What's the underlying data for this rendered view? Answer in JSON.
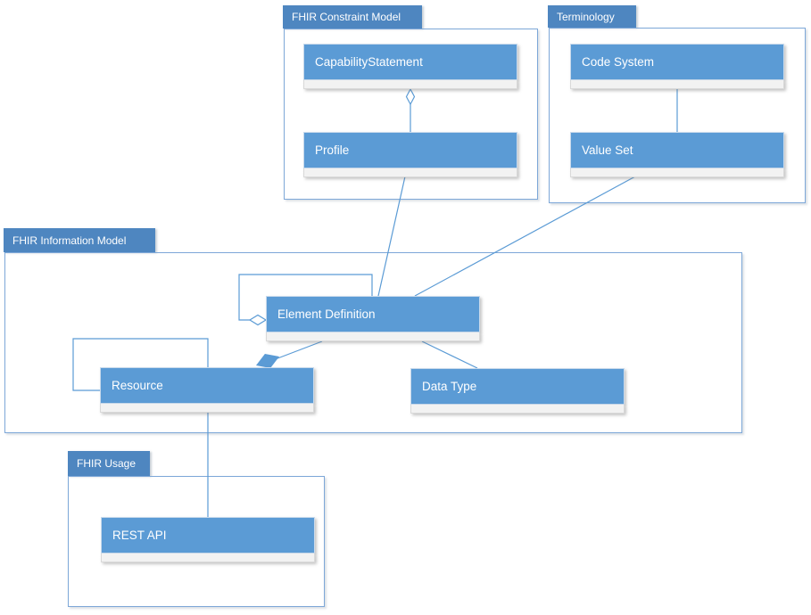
{
  "packages": {
    "constraint": {
      "label": "FHIR Constraint Model"
    },
    "terminology": {
      "label": "Terminology"
    },
    "information": {
      "label": "FHIR Information Model"
    },
    "usage": {
      "label": "FHIR Usage"
    }
  },
  "classes": {
    "capability_statement": {
      "label": "CapabilityStatement"
    },
    "profile": {
      "label": "Profile"
    },
    "code_system": {
      "label": "Code System"
    },
    "value_set": {
      "label": "Value Set"
    },
    "element_definition": {
      "label": "Element Definition"
    },
    "resource": {
      "label": "Resource"
    },
    "data_type": {
      "label": "Data Type"
    },
    "rest_api": {
      "label": "REST API"
    }
  },
  "relationships": [
    {
      "from": "CapabilityStatement",
      "to": "Profile",
      "type": "aggregation"
    },
    {
      "from": "Code System",
      "to": "Value Set",
      "type": "association"
    },
    {
      "from": "Profile",
      "to": "Element Definition",
      "type": "association"
    },
    {
      "from": "Value Set",
      "to": "Element Definition",
      "type": "association"
    },
    {
      "from": "Element Definition",
      "to": "Element Definition",
      "type": "self-aggregation"
    },
    {
      "from": "Resource",
      "to": "Resource",
      "type": "self-association"
    },
    {
      "from": "Element Definition",
      "to": "Resource",
      "type": "composition"
    },
    {
      "from": "Element Definition",
      "to": "Data Type",
      "type": "association"
    },
    {
      "from": "Resource",
      "to": "REST API",
      "type": "association"
    }
  ],
  "colors": {
    "class_fill": "#5b9bd5",
    "tab_fill": "#4e86c0",
    "package_border": "#7da7d8",
    "connector": "#5b9bd5",
    "compartment_fill": "#f2f2f2",
    "compartment_border": "#d9d9d9",
    "text": "#ffffff"
  }
}
